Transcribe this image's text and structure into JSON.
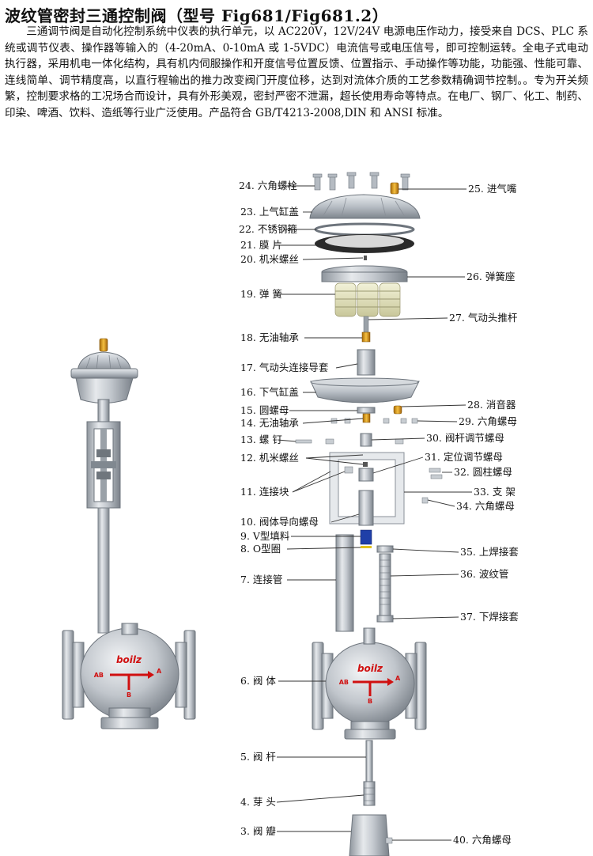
{
  "title": "波纹管密封三通控制阀（型号 Fig681/Fig681.2）",
  "description": "三通调节阀是自动化控制系统中仪表的执行单元，以 AC220V，12V/24V 电源电压作动力，接受来自 DCS、PLC 系统或调节仪表、操作器等输入的（4-20mA、0-10mA 或 1-5VDC）电流信号或电压信号，即可控制运转。全电子式电动执行器，采用机电一体化结构，具有机内伺服操作和开度信号位置反馈、位置指示、手动操作等功能，功能强、性能可靠、连线简单、调节精度高，以直行程输出的推力改变阀门开度位移，达到对流体介质的工艺参数精确调节控制。。专为开关频繁，控制要求格的工况场合而设计，具有外形美观，密封严密不泄漏，超长使用寿命等特点。在电厂、钢厂、化工、制药、印染、啤酒、饮料、造纸等行业广泛使用。产品符合 GB/T4213-2008,DIN 和 ANSI 标准。",
  "brand": "boilz",
  "ports": {
    "ab": "AB",
    "a": "A",
    "b": "B"
  },
  "colors": {
    "metal": "#c4c9cf",
    "metal_dark": "#8e959d",
    "brass": "#e2a21c",
    "brand_red": "#d01010",
    "o_ring": "#1f3fa8"
  },
  "parts_left": [
    {
      "id": "p24",
      "text": "24. 六角螺栓"
    },
    {
      "id": "p23",
      "text": "23. 上气缸盖"
    },
    {
      "id": "p22",
      "text": "22. 不锈钢箍"
    },
    {
      "id": "p21",
      "text": "21. 膜 片"
    },
    {
      "id": "p20",
      "text": "20. 机米螺丝"
    },
    {
      "id": "p19",
      "text": "19. 弹 簧"
    },
    {
      "id": "p18",
      "text": "18. 无油轴承"
    },
    {
      "id": "p17",
      "text": "17. 气动头连接导套"
    },
    {
      "id": "p16",
      "text": "16. 下气缸盖"
    },
    {
      "id": "p15",
      "text": "15. 圆螺母"
    },
    {
      "id": "p14",
      "text": "14. 无油轴承"
    },
    {
      "id": "p13",
      "text": "13. 螺 钉"
    },
    {
      "id": "p12",
      "text": "12. 机米螺丝"
    },
    {
      "id": "p11",
      "text": "11. 连接块"
    },
    {
      "id": "p10",
      "text": "10. 阀体导向螺母"
    },
    {
      "id": "p9",
      "text": "9. V型填料"
    },
    {
      "id": "p8",
      "text": "8. O型圈"
    },
    {
      "id": "p7",
      "text": "7. 连接管"
    },
    {
      "id": "p6",
      "text": "6. 阀 体"
    },
    {
      "id": "p5",
      "text": "5. 阀 杆"
    },
    {
      "id": "p4",
      "text": "4. 芽 头"
    },
    {
      "id": "p3",
      "text": "3. 阀 瓣"
    }
  ],
  "parts_right": [
    {
      "id": "p25",
      "text": "25. 进气嘴"
    },
    {
      "id": "p26",
      "text": "26. 弹簧座"
    },
    {
      "id": "p27",
      "text": "27. 气动头推杆"
    },
    {
      "id": "p28",
      "text": "28. 消音器"
    },
    {
      "id": "p29",
      "text": "29. 六角螺母"
    },
    {
      "id": "p30",
      "text": "30. 阀杆调节螺母"
    },
    {
      "id": "p31",
      "text": "31. 定位调节螺母"
    },
    {
      "id": "p32",
      "text": "32. 圆柱螺母"
    },
    {
      "id": "p33",
      "text": "33. 支 架"
    },
    {
      "id": "p34",
      "text": "34. 六角螺母"
    },
    {
      "id": "p35",
      "text": "35. 上焊接套"
    },
    {
      "id": "p36",
      "text": "36. 波纹管"
    },
    {
      "id": "p37",
      "text": "37. 下焊接套"
    },
    {
      "id": "p40",
      "text": "40. 六角螺母"
    }
  ]
}
